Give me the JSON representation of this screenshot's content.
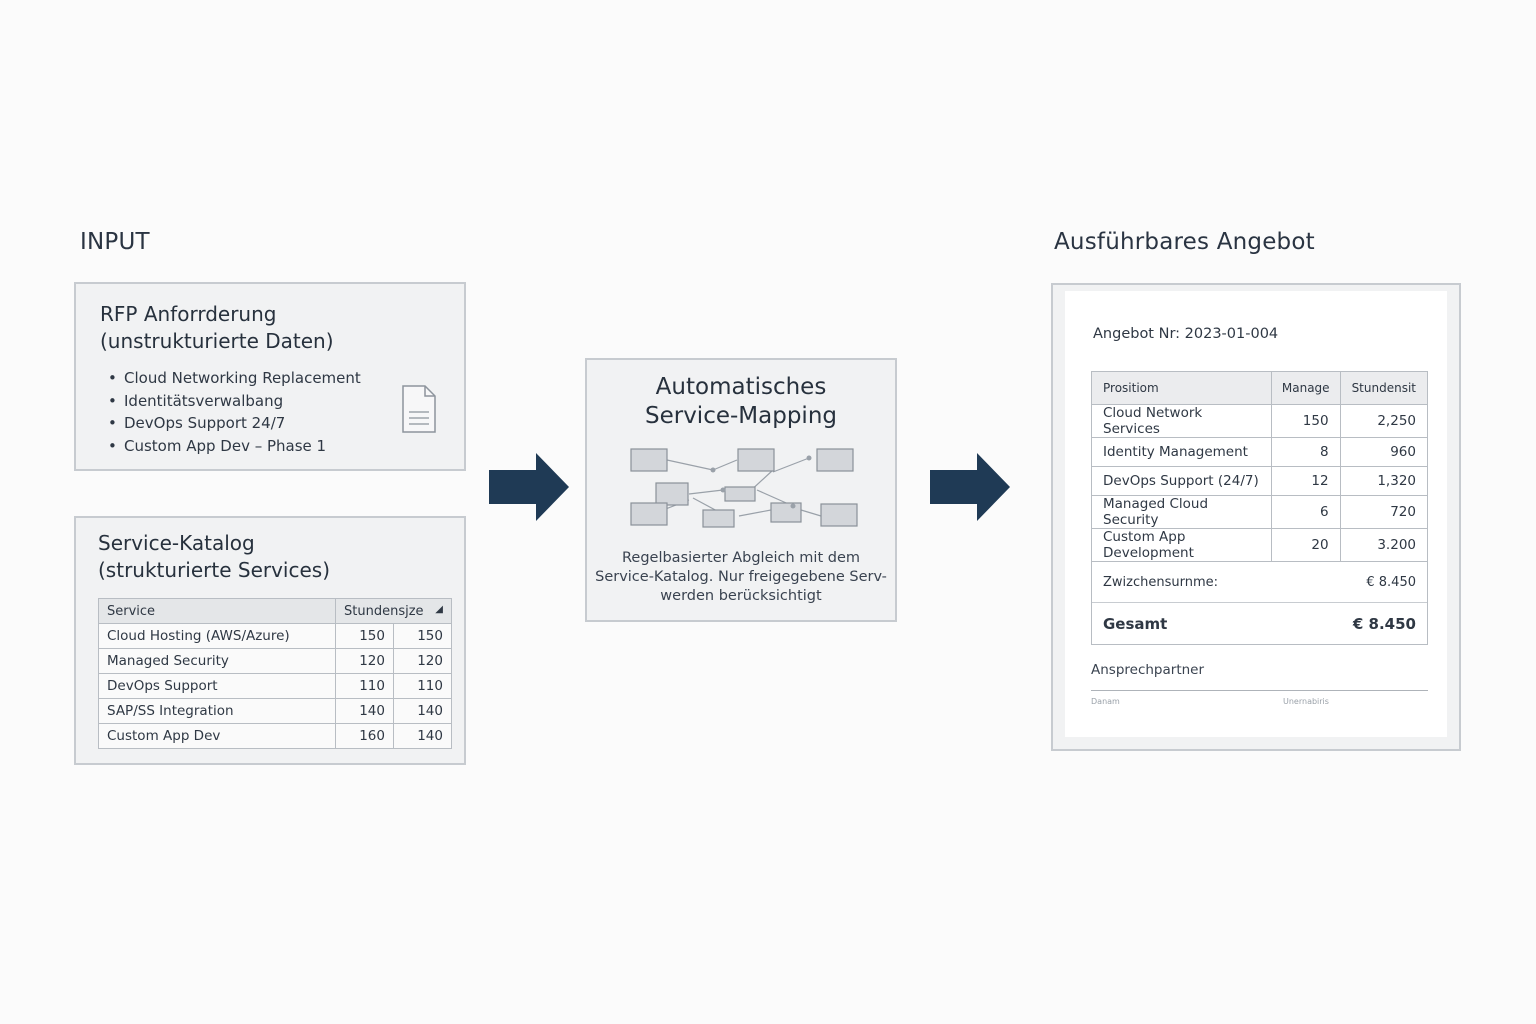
{
  "input_label": "INPUT",
  "output_label": "Ausführbares Angebot",
  "rfp": {
    "title_line1": "RFP Anforrderung",
    "title_line2": "(unstrukturierte Daten)",
    "items": [
      "Cloud Networking Replacement",
      "Identitätsverwalbang",
      "DevOps Support 24/7",
      "Custom App Dev – Phase 1"
    ],
    "icon": "document-icon"
  },
  "catalog": {
    "title_line1": "Service-Katalog",
    "title_line2": "(strukturierte Services)",
    "headers": [
      "Service",
      "Stundensjze"
    ],
    "sort_glyph": "◢",
    "rows": [
      {
        "service": "Cloud Hosting (AWS/Azure)",
        "a": "150",
        "b": "150"
      },
      {
        "service": "Managed Security",
        "a": "120",
        "b": "120"
      },
      {
        "service": "DevOps Support",
        "a": "110",
        "b": "110"
      },
      {
        "service": "SAP/SS Integration",
        "a": "140",
        "b": "140"
      },
      {
        "service": "Custom App Dev",
        "a": "160",
        "b": "140"
      }
    ]
  },
  "mapping": {
    "title_line1": "Automatisches",
    "title_line2": "Service-Mapping",
    "desc_line1": "Regelbasierter Abgleich mit dem",
    "desc_line2": "Service-Katalog. Nur freigegebene Serv-",
    "desc_line3": "werden berücksichtigt"
  },
  "offer": {
    "number": "Angebot Nr: 2023-01-004",
    "headers": [
      "Prositiom",
      "Manage",
      "Stundensit"
    ],
    "rows": [
      {
        "pos": "Cloud Network Services",
        "qty": "150",
        "amount": "2,250"
      },
      {
        "pos": "Identity Management",
        "qty": "8",
        "amount": "960"
      },
      {
        "pos": "DevOps Support (24/7)",
        "qty": "12",
        "amount": "1,320"
      },
      {
        "pos": "Managed Cloud Security",
        "qty": "6",
        "amount": "720"
      },
      {
        "pos": "Custom App Development",
        "qty": "20",
        "amount": "3.200"
      }
    ],
    "subtotal_label": "Zwizchensurnme:",
    "subtotal_value": "€ 8.450",
    "total_label": "Gesamt",
    "total_value": "€ 8.450",
    "contact_label": "Ansprechpartner",
    "sig_left": "Danam",
    "sig_right": "Unernabiris"
  },
  "colors": {
    "arrow": "#1f3a55",
    "card_bg": "#f1f2f3",
    "card_border": "#c7cbd0"
  }
}
